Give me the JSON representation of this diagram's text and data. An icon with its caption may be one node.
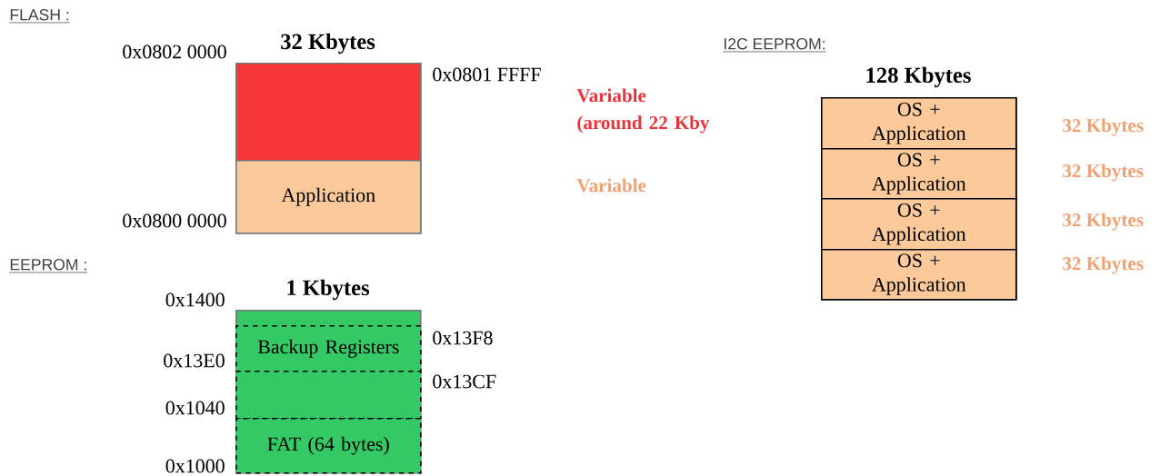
{
  "diagram": {
    "nodes": [
      {
        "text": [
          "32 Kbytes"
        ]
      },
      {
        "text": [],
        "shape": "box",
        "in": 0
      },
      {
        "text": [
          "Application"
        ],
        "in": 0
      },
      {
        "text": [
          "1 Kbytes"
        ]
      },
      {
        "text": [
          "Backup Registers"
        ],
        "in": 3
      },
      {
        "text": [],
        "shape": "box",
        "in": 3
      },
      {
        "text": [
          "FAT (64 bytes)"
        ],
        "in": 3
      },
      {
        "text": [
          "128 Kbytes"
        ]
      },
      {
        "text": [
          "OS + Application"
        ],
        "in": 7,
        "beside": [
          "32 Kbytes"
        ]
      },
      {
        "text": [
          "OS + Application"
        ],
        "in": 7,
        "beside": [
          "32 Kbytes"
        ]
      },
      {
        "text": [
          "OS + Application"
        ],
        "in": 7,
        "beside": [
          "32 Kbytes"
        ]
      },
      {
        "text": [
          "OS + Application"
        ],
        "in": 7,
        "beside": [
          "32 Kbytes"
        ]
      }
    ],
    "labels": [
      "FLASH :",
      "0x0802 0000",
      "0x0801 FFFF",
      "I2C EEPROM:",
      "Variable (around 22 Kby",
      "Variable",
      "0x0800 0000",
      "EEPROM :",
      "0x1400",
      "0x13F8",
      "0x13E0",
      "0x13CF",
      "0x1040",
      "0x1000"
    ]
  }
}
